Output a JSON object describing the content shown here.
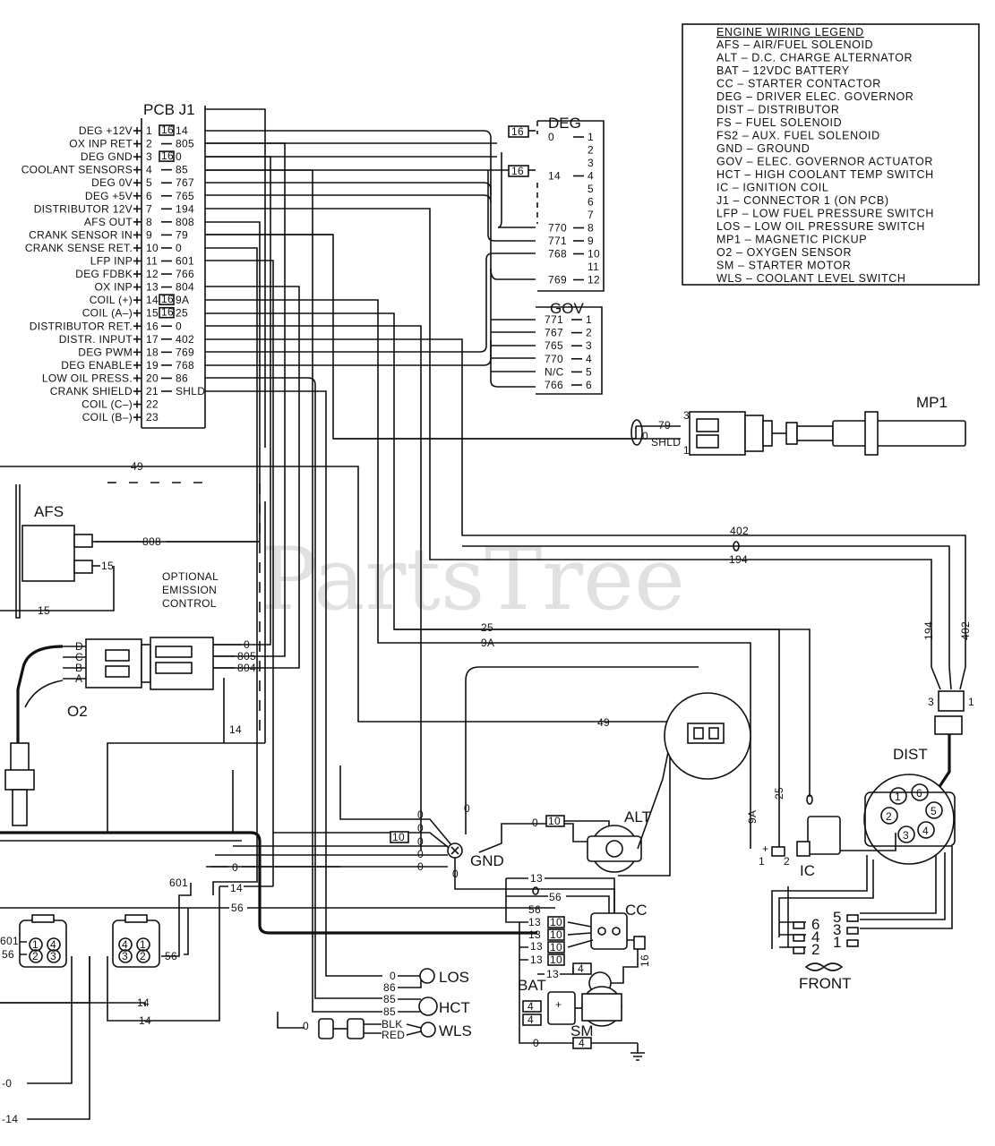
{
  "legend": {
    "title": "ENGINE WIRING LEGEND",
    "items": [
      "AFS  –  AIR/FUEL SOLENOID",
      "ALT  –  D.C. CHARGE ALTERNATOR",
      "BAT  –  12VDC BATTERY",
      "CC    –  STARTER CONTACTOR",
      "DEG  –  DRIVER ELEC. GOVERNOR",
      "DIST  –  DISTRIBUTOR",
      "FS    –  FUEL SOLENOID",
      "FS2   –  AUX. FUEL SOLENOID",
      "GND  –  GROUND",
      "GOV  –  ELEC. GOVERNOR ACTUATOR",
      "HCT  –  HIGH COOLANT TEMP SWITCH",
      "IC     –  IGNITION COIL",
      "J1    –  CONNECTOR 1 (ON PCB)",
      "LFP  –  LOW FUEL PRESSURE SWITCH",
      "LOS  –  LOW OIL PRESSURE SWITCH",
      "MP1  –  MAGNETIC PICKUP",
      "O2   –  OXYGEN SENSOR",
      "SM   –  STARTER MOTOR",
      "WLS  –  COOLANT LEVEL SWITCH"
    ]
  },
  "pcb": {
    "title": "PCB  J1",
    "pins": [
      {
        "label": "DEG +12V",
        "pin": "1",
        "wire": "14",
        "fuse": "16"
      },
      {
        "label": "OX INP RET",
        "pin": "2",
        "wire": "805"
      },
      {
        "label": "DEG GND",
        "pin": "3",
        "wire": "0",
        "fuse": "16"
      },
      {
        "label": "COOLANT SENSORS",
        "pin": "4",
        "wire": "85"
      },
      {
        "label": "DEG 0V",
        "pin": "5",
        "wire": "767"
      },
      {
        "label": "DEG +5V",
        "pin": "6",
        "wire": "765"
      },
      {
        "label": "DISTRIBUTOR 12V",
        "pin": "7",
        "wire": "194"
      },
      {
        "label": "AFS OUT",
        "pin": "8",
        "wire": "808"
      },
      {
        "label": "CRANK SENSOR IN",
        "pin": "9",
        "wire": "79"
      },
      {
        "label": "CRANK SENSE RET.",
        "pin": "10",
        "wire": "0"
      },
      {
        "label": "LFP INP",
        "pin": "11",
        "wire": "601"
      },
      {
        "label": "DEG FDBK",
        "pin": "12",
        "wire": "766"
      },
      {
        "label": "OX INP",
        "pin": "13",
        "wire": "804"
      },
      {
        "label": "COIL (+)",
        "pin": "14",
        "wire": "9A",
        "fuse": "16"
      },
      {
        "label": "COIL (A–)",
        "pin": "15",
        "wire": "25",
        "fuse": "16"
      },
      {
        "label": "DISTRIBUTOR RET.",
        "pin": "16",
        "wire": "0"
      },
      {
        "label": "DISTR. INPUT",
        "pin": "17",
        "wire": "402"
      },
      {
        "label": "DEG PWM",
        "pin": "18",
        "wire": "769"
      },
      {
        "label": "DEG ENABLE",
        "pin": "19",
        "wire": "768"
      },
      {
        "label": "LOW OIL PRESS.",
        "pin": "20",
        "wire": "86"
      },
      {
        "label": "CRANK SHIELD",
        "pin": "21",
        "wire": "SHLD"
      },
      {
        "label": "COIL (C–)",
        "pin": "22",
        "wire": ""
      },
      {
        "label": "COIL (B–)",
        "pin": "23",
        "wire": ""
      }
    ]
  },
  "deg": {
    "title": "DEG",
    "fuse": "16",
    "pins": [
      {
        "pin": "1",
        "wire": "0"
      },
      {
        "pin": "2",
        "wire": ""
      },
      {
        "pin": "3",
        "wire": ""
      },
      {
        "pin": "4",
        "wire": "14"
      },
      {
        "pin": "5",
        "wire": ""
      },
      {
        "pin": "6",
        "wire": ""
      },
      {
        "pin": "7",
        "wire": ""
      },
      {
        "pin": "8",
        "wire": "770"
      },
      {
        "pin": "9",
        "wire": "771"
      },
      {
        "pin": "10",
        "wire": "768"
      },
      {
        "pin": "11",
        "wire": ""
      },
      {
        "pin": "12",
        "wire": "769"
      }
    ]
  },
  "gov": {
    "title": "GOV",
    "pins": [
      {
        "pin": "1",
        "wire": "771"
      },
      {
        "pin": "2",
        "wire": "767"
      },
      {
        "pin": "3",
        "wire": "765"
      },
      {
        "pin": "4",
        "wire": "770"
      },
      {
        "pin": "5",
        "wire": "N/C"
      },
      {
        "pin": "6",
        "wire": "766"
      }
    ]
  },
  "mp1": {
    "title": "MP1",
    "pin3": "3",
    "pin1": "1",
    "wire_a": "79",
    "wire_b": "SHLD",
    "wire_0": "0"
  },
  "afs": {
    "title": "AFS",
    "wire_808": "808",
    "wire_15a": "15",
    "wire_15b": "15"
  },
  "optional": {
    "line1": "OPTIONAL",
    "line2": "EMISSION",
    "line3": "CONTROL"
  },
  "o2": {
    "title": "O2",
    "pins": [
      "D",
      "C",
      "B",
      "A"
    ],
    "wire_0": "0",
    "wire_805": "805",
    "wire_804": "804",
    "wire_14": "14"
  },
  "wires": {
    "w49a": "49",
    "w49b": "49",
    "w402": "402",
    "w0": "0",
    "w194": "194",
    "w25": "25",
    "w9a": "9A",
    "w194v": "194",
    "w402v": "402",
    "w9av": "9A",
    "w25v": "25",
    "w0ic": "0",
    "w601": "601",
    "w14a": "14",
    "w56a": "56",
    "w0a": "0",
    "w14b": "14",
    "w601b": "601",
    "w56b": "56",
    "w0left": "-0",
    "w14left": "-14"
  },
  "dist": {
    "title": "DIST",
    "pins": [
      "1",
      "2",
      "3",
      "4",
      "5",
      "6"
    ],
    "c3": "3",
    "c1": "1"
  },
  "ic": {
    "title": "IC",
    "p1": "1",
    "p2": "2",
    "plus": "+"
  },
  "alt": {
    "title": "ALT",
    "w0": "0",
    "w10": "10"
  },
  "gnd": {
    "title": "GND",
    "w10": "10"
  },
  "cc": {
    "title": "CC",
    "w13": "13",
    "w56": "56",
    "w16": "16",
    "w0": "0"
  },
  "bat": {
    "title": "BAT",
    "w4": "4",
    "w13": "13"
  },
  "sm": {
    "title": "SM",
    "w4": "4",
    "w0": "0"
  },
  "sensors": {
    "los": {
      "title": "LOS",
      "wire": "0"
    },
    "los86": {
      "wire": "86"
    },
    "hct": {
      "title": "HCT",
      "wire_a": "85",
      "wire_b": "85"
    },
    "wls": {
      "title": "WLS",
      "blk": "BLK",
      "red": "RED",
      "w0": "0"
    }
  },
  "front": {
    "title": "FRONT",
    "left": [
      "6",
      "4",
      "2"
    ],
    "right": [
      "5",
      "3",
      "1"
    ]
  },
  "watermark": "PartsTree"
}
